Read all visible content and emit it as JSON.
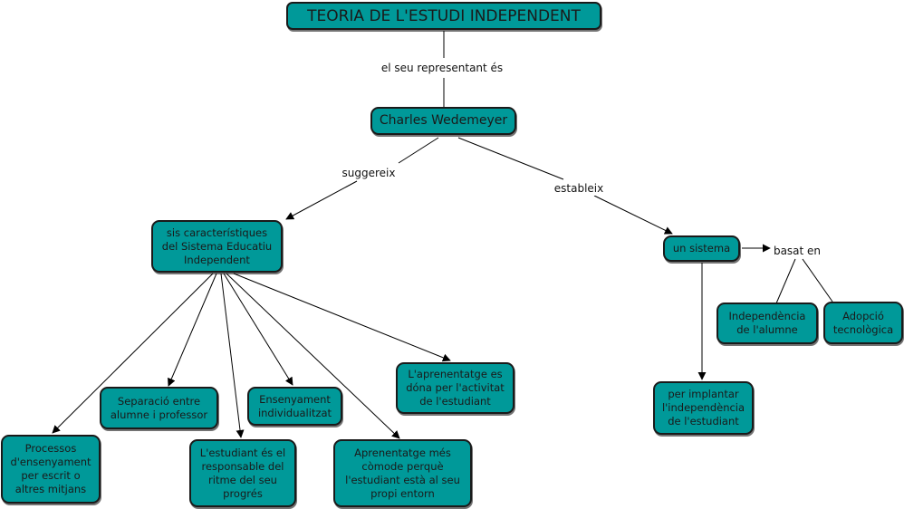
{
  "concept_map": {
    "title": "TEORIA DE L'ESTUDI INDEPENDENT",
    "nodes": {
      "representative": "Charles Wedemeyer",
      "characteristics": "sis característiques\ndel Sistema Educatiu\nIndependent",
      "system": "un sistema",
      "char_processes": "Processos\nd'ensenyament\nper escrit o\naltres mitjans",
      "char_separation": "Separació entre\nalumne i professor",
      "char_rhythm": "L'estudiant és el\nresponsable del\nritme del seu\nprogrés",
      "char_individual": "Ensenyament\nindividualitzat",
      "char_comfort": "Aprenentatge més\ncòmode perquè\nl'estudiant està al seu\npropi entorn",
      "char_activity": "L'aprenentatge es\ndóna per l'activitat\nde l'estudiant",
      "implant": "per implantar\nl'independència\nde l'estudiant",
      "learner_independence": "Independència\nde l'alumne",
      "tech_adoption": "Adopció\ntecnològica"
    },
    "link_labels": {
      "representative_is": "el seu representant és",
      "suggests": "suggereix",
      "establishes": "estableix",
      "based_on": "basat en"
    },
    "colors": {
      "node_fill": "#009999",
      "node_border": "#1a1a1a",
      "line": "#000000"
    }
  }
}
